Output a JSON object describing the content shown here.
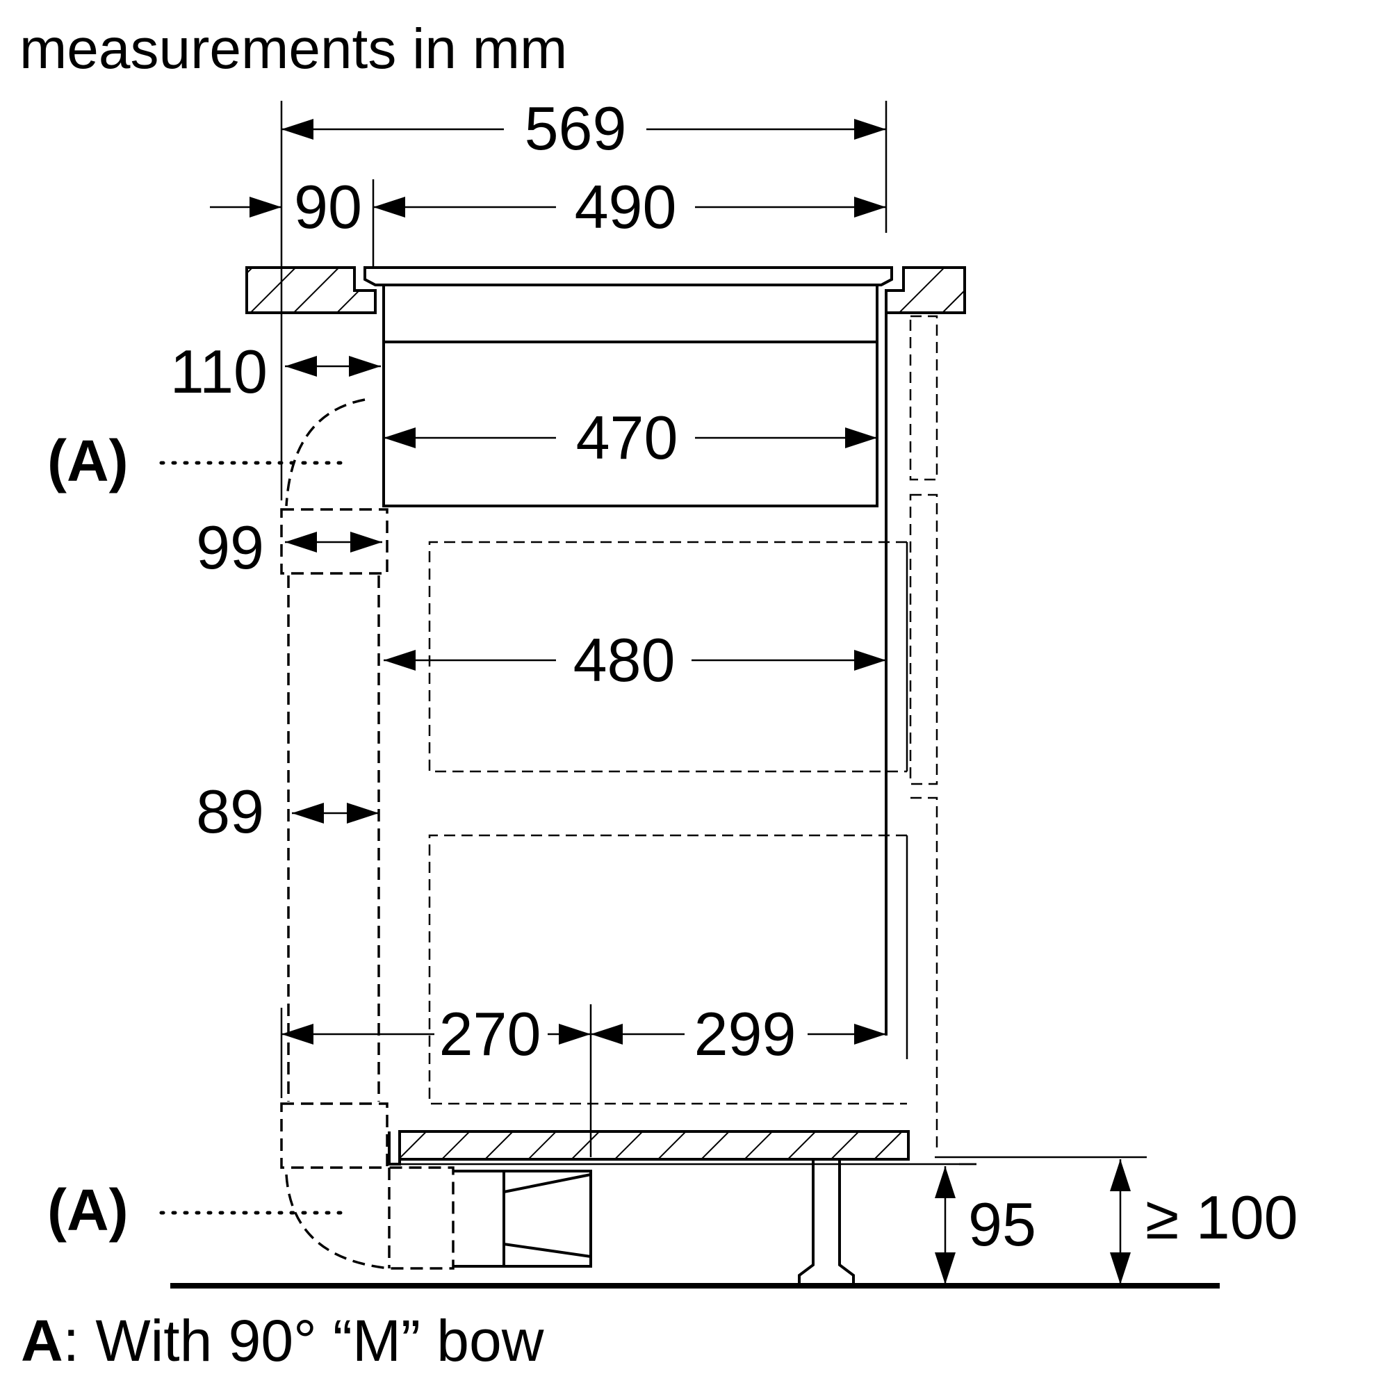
{
  "header": {
    "units": "measurements in mm"
  },
  "dimensions": {
    "overall_width": "569",
    "front_offset": "90",
    "cutout_width": "490",
    "duct_gap_top": "110",
    "unit_depth": "470",
    "duct_width": "99",
    "inner_width": "480",
    "duct_gap_side": "89",
    "bottom_left": "270",
    "bottom_right": "299",
    "plinth_height": "95",
    "min_clearance": "≥ 100"
  },
  "callouts": {
    "top": "(A)",
    "bottom": "(A)"
  },
  "legend": {
    "key": "A",
    "text": ": With 90° “M” bow"
  }
}
